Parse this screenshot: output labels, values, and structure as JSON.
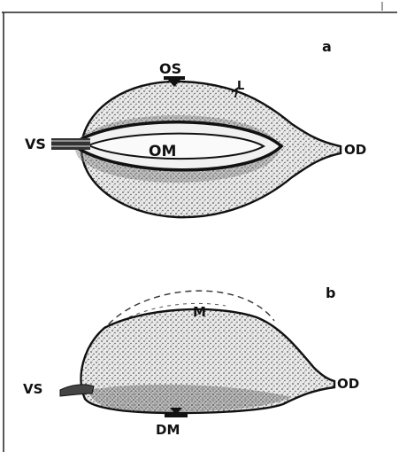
{
  "panels": [
    {
      "letter": "a",
      "labels": {
        "os": "OS",
        "vs": "VS",
        "om": "OM",
        "od": "OD",
        "l": "L"
      }
    },
    {
      "letter": "b",
      "labels": {
        "m": "M",
        "vs": "VS",
        "od": "OD",
        "dm": "DM"
      }
    }
  ]
}
